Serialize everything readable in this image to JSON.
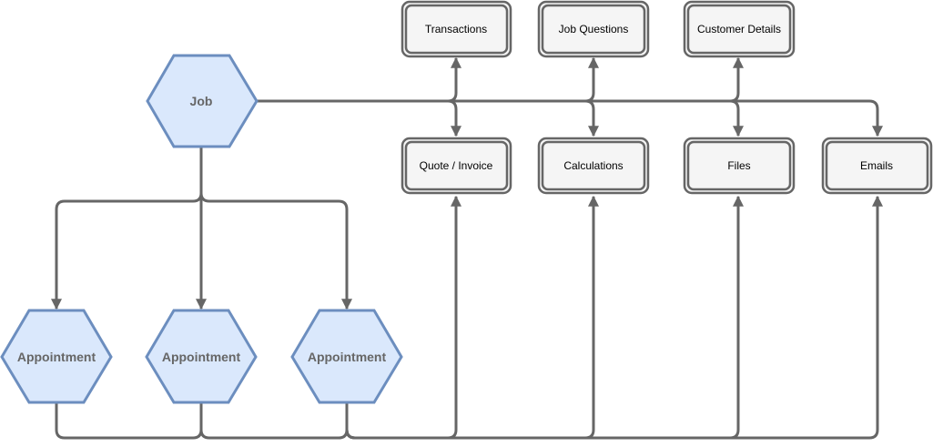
{
  "colors": {
    "hex_fill": "#dae8fc",
    "hex_stroke": "#6c8ebf",
    "box_fill": "#f5f5f5",
    "edge": "#666666",
    "hex_text": "#666666",
    "box_text": "#000000"
  },
  "nodes": {
    "job": "Job",
    "appointment_1": "Appointment",
    "appointment_2": "Appointment",
    "appointment_3": "Appointment",
    "transactions": "Transactions",
    "job_questions": "Job Questions",
    "customer_details": "Customer Details",
    "quote_invoice": "Quote / Invoice",
    "calculations": "Calculations",
    "files": "Files",
    "emails": "Emails"
  }
}
